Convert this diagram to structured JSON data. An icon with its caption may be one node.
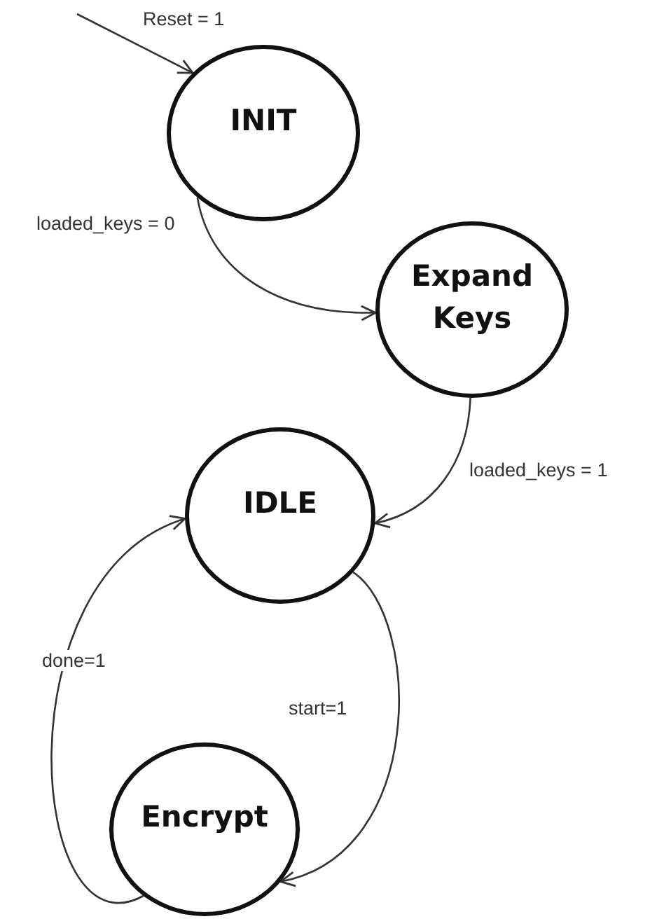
{
  "diagram": {
    "nodes": [
      {
        "text": [
          "INIT"
        ]
      },
      {
        "text": [
          "Expand Keys"
        ]
      },
      {
        "text": [
          "IDLE"
        ]
      },
      {
        "text": [
          "Encrypt"
        ]
      }
    ],
    "edges": [
      {
        "from": null,
        "to": 0,
        "arrow": "to",
        "label": "Reset = 1"
      },
      {
        "from": 0,
        "to": 1,
        "arrow": "to",
        "label": "loaded_keys = 0"
      },
      {
        "from": 1,
        "to": 2,
        "arrow": "to",
        "label": "loaded_keys = 1"
      },
      {
        "from": 2,
        "to": 3,
        "arrow": "to",
        "label": "start=1"
      },
      {
        "from": 3,
        "to": 2,
        "arrow": "to",
        "label": "done=1"
      }
    ]
  }
}
